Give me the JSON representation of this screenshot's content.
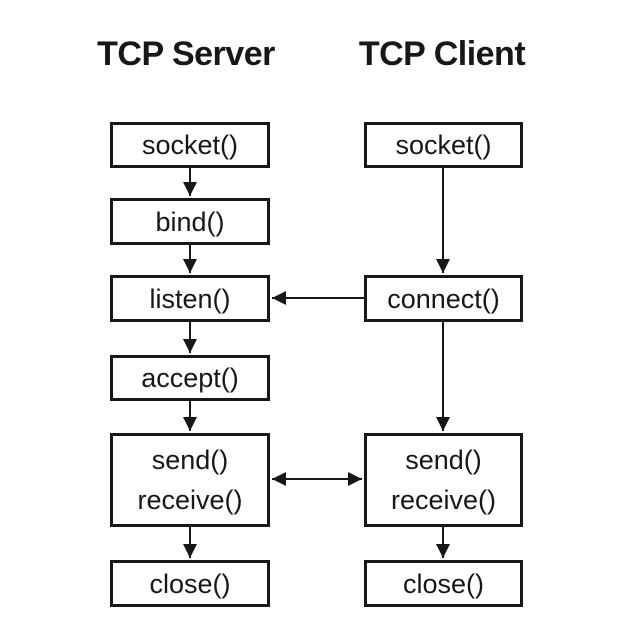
{
  "diagram": {
    "background_color": "#ffffff",
    "line_color": "#171717",
    "columns": [
      {
        "title": "TCP Server",
        "nodes": [
          {
            "id": "socket",
            "label": "socket()"
          },
          {
            "id": "bind",
            "label": "bind()"
          },
          {
            "id": "listen",
            "label": "listen()"
          },
          {
            "id": "accept",
            "label": "accept()"
          },
          {
            "id": "send-receive",
            "label": "send()\nreceive()"
          },
          {
            "id": "close",
            "label": "close()"
          }
        ]
      },
      {
        "title": "TCP Client",
        "nodes": [
          {
            "id": "socket",
            "label": "socket()"
          },
          {
            "id": "connect",
            "label": "connect()"
          },
          {
            "id": "send-receive",
            "label": "send()\nreceive()"
          },
          {
            "id": "close",
            "label": "close()"
          }
        ]
      }
    ],
    "edges": [
      {
        "from": "server.socket",
        "to": "server.bind",
        "type": "arrow"
      },
      {
        "from": "server.bind",
        "to": "server.listen",
        "type": "arrow"
      },
      {
        "from": "server.listen",
        "to": "server.accept",
        "type": "arrow"
      },
      {
        "from": "server.accept",
        "to": "server.send-receive",
        "type": "arrow"
      },
      {
        "from": "server.send-receive",
        "to": "server.close",
        "type": "arrow"
      },
      {
        "from": "client.socket",
        "to": "client.connect",
        "type": "arrow"
      },
      {
        "from": "client.connect",
        "to": "client.send-receive",
        "type": "arrow"
      },
      {
        "from": "client.send-receive",
        "to": "client.close",
        "type": "arrow"
      },
      {
        "from": "client.connect",
        "to": "server.listen",
        "type": "arrow"
      },
      {
        "from": "server.send-receive",
        "to": "client.send-receive",
        "type": "double-arrow"
      }
    ]
  }
}
